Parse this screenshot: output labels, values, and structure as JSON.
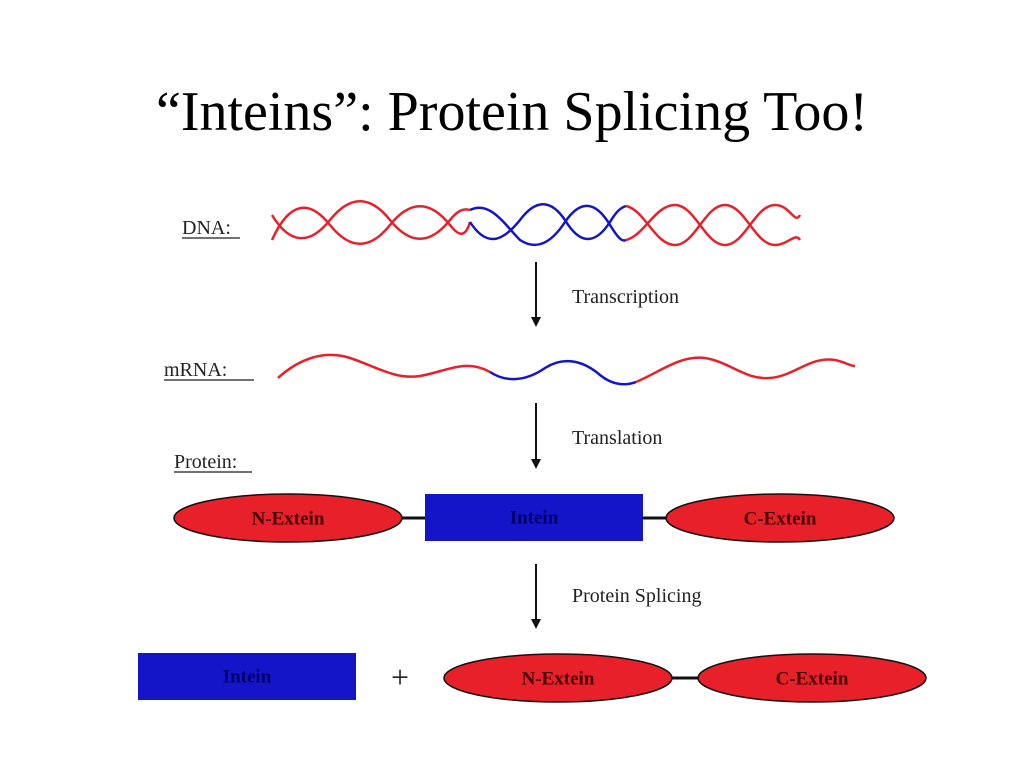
{
  "slide": {
    "title_open_quote": "“",
    "title_word": "Inteins",
    "title_close_quote": "”",
    "title_rest": ": Protein Splicing Too!"
  },
  "labels": {
    "dna": "DNA:",
    "mrna": "mRNA:",
    "protein": "Protein:"
  },
  "steps": {
    "transcription": "Transcription",
    "translation": "Translation",
    "splicing": "Protein Splicing"
  },
  "protein_row": {
    "n_extein": "N-Extein",
    "intein": "Intein",
    "c_extein": "C-Extein"
  },
  "product_row": {
    "intein": "Intein",
    "plus": "+",
    "n_extein": "N-Extein",
    "c_extein": "C-Extein"
  },
  "colors": {
    "exon_red": "#e8202a",
    "intein_blue": "#1414c8",
    "text_dark": "#222222"
  }
}
